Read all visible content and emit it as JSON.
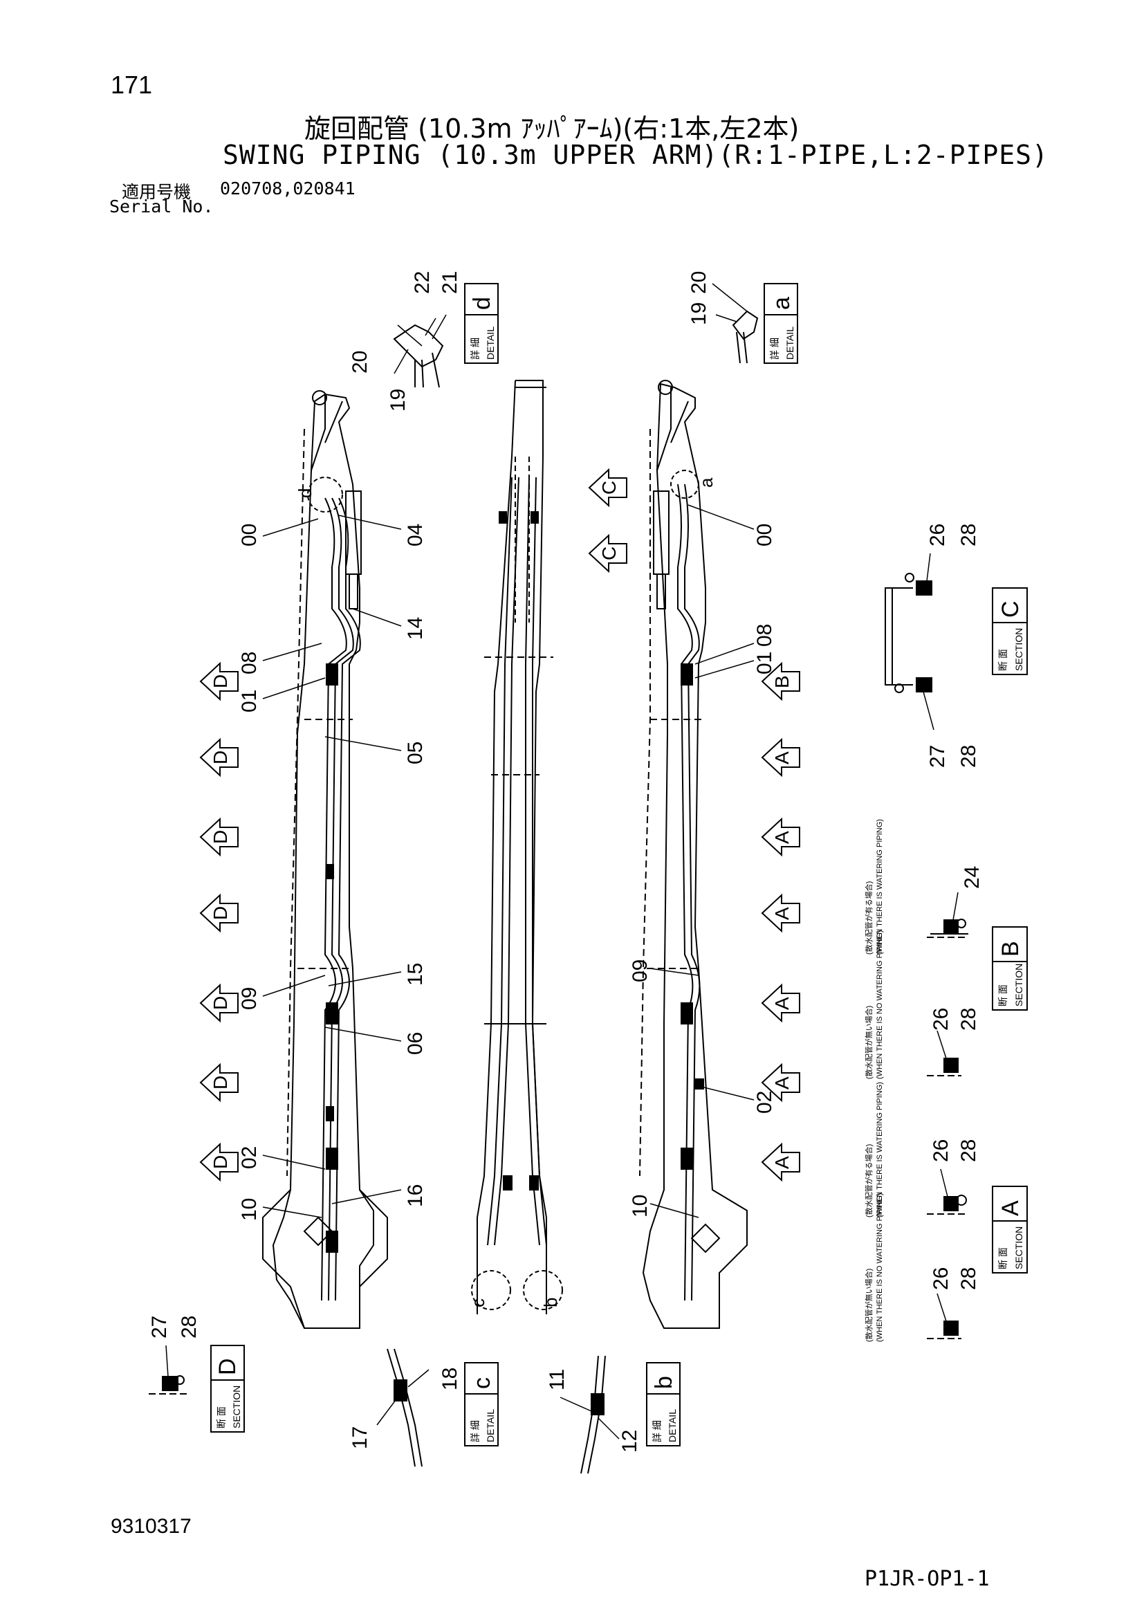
{
  "header": {
    "page_number": "171",
    "title_jp": "旋回配管 (10.3m ｱｯﾊﾟｱｰﾑ)(右:1本,左2本)",
    "title_en": "SWING PIPING (10.3m UPPER ARM)(R:1-PIPE,L:2-PIPES)",
    "serial_label_jp": "適用号機",
    "serial_values": "020708,020841",
    "serial_label_en": "Serial No."
  },
  "footer": {
    "drawing_number": "9310317",
    "sheet_code": "P1JR-OP1-1"
  },
  "labels": {
    "detail_jp": "詳 細",
    "detail_en": "DETAIL",
    "section_jp": "断 面",
    "section_en": "SECTION",
    "with_watering_jp": "(散水配管が有る場合)",
    "with_watering_en": "(WHEN THERE IS WATERING PIPING)",
    "no_watering_jp": "(散水配管が無い場合)",
    "no_watering_en": "(WHEN THERE IS NO WATERING PIPING)"
  },
  "detail_views": {
    "d": {
      "letter": "d",
      "parts": [
        "22",
        "21",
        "20",
        "19"
      ]
    },
    "a": {
      "letter": "a",
      "parts": [
        "20",
        "19"
      ]
    },
    "c": {
      "letter": "c",
      "parts": [
        "18",
        "17"
      ]
    },
    "b": {
      "letter": "b",
      "parts": [
        "11",
        "12"
      ]
    }
  },
  "section_views": {
    "C": {
      "letter": "C",
      "parts": [
        "26",
        "28",
        "27",
        "28"
      ]
    },
    "B": {
      "letter": "B",
      "parts": [
        "24",
        "26",
        "28"
      ]
    },
    "A": {
      "letter": "A",
      "parts": [
        "26",
        "28",
        "26",
        "28"
      ]
    },
    "D": {
      "letter": "D",
      "parts": [
        "27",
        "28"
      ]
    }
  },
  "left_arm_callouts": [
    "00",
    "04",
    "14",
    "08",
    "01",
    "05",
    "09",
    "15",
    "06",
    "02",
    "16",
    "10"
  ],
  "right_arm_callouts": [
    "00",
    "01",
    "08",
    "09",
    "02",
    "10"
  ],
  "section_markers": {
    "left_column": [
      "D",
      "D",
      "D",
      "D",
      "D",
      "D",
      "D"
    ],
    "right_column": [
      "B",
      "A",
      "A",
      "A",
      "A",
      "A",
      "A"
    ],
    "center": [
      "C",
      "C"
    ]
  },
  "detail_markers": {
    "left_arm_top": "d",
    "right_arm_top": "a",
    "center_bottom_left": "c",
    "center_bottom_right": "b"
  }
}
